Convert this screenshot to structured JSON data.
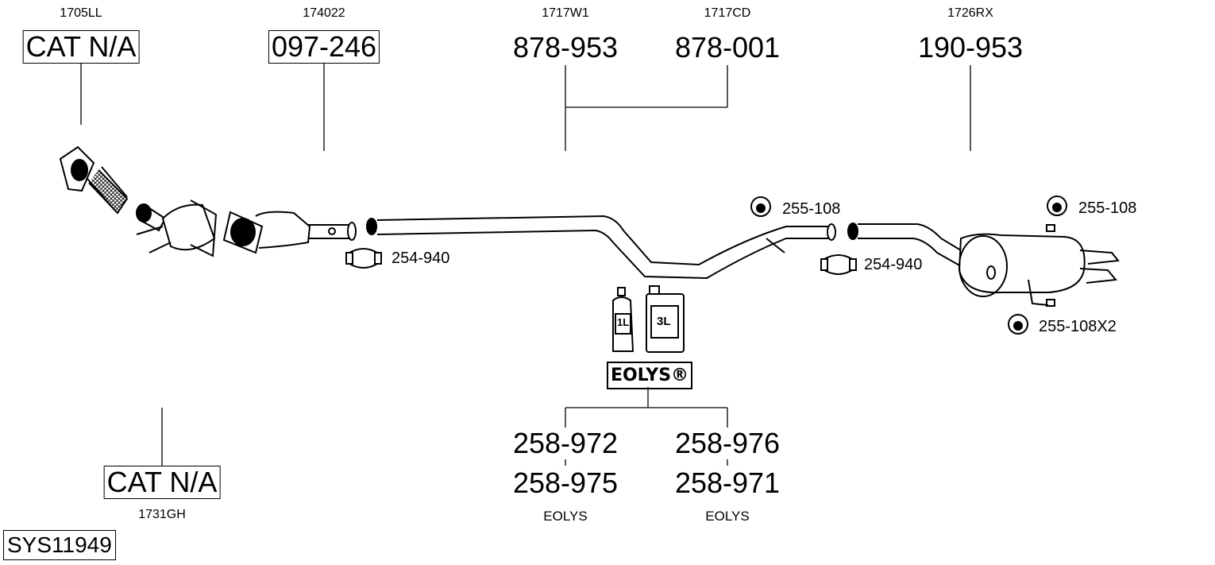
{
  "system_id": "SYS11949",
  "parts": {
    "p1": {
      "ref": "1705LL",
      "number": "CAT N/A"
    },
    "p2": {
      "ref": "174022",
      "number": "097-246"
    },
    "p3": {
      "ref": "1717W1",
      "number": "878-953"
    },
    "p4": {
      "ref": "1717CD",
      "number": "878-001"
    },
    "p5": {
      "ref": "1726RX",
      "number": "190-953"
    },
    "p6": {
      "ref": "1731GH",
      "number": "CAT N/A"
    }
  },
  "accessories": {
    "clamp1": "254-940",
    "clamp2": "254-940",
    "hanger1": "255-108",
    "hanger2": "255-108",
    "hanger3": "255-108X2"
  },
  "eolys": {
    "brand": "EOLYS®",
    "bottle_small": "1L",
    "bottle_large": "3L",
    "left": {
      "top": "258-972",
      "bottom": "258-975",
      "caption": "EOLYS"
    },
    "right": {
      "top": "258-976",
      "bottom": "258-971",
      "caption": "EOLYS"
    }
  }
}
